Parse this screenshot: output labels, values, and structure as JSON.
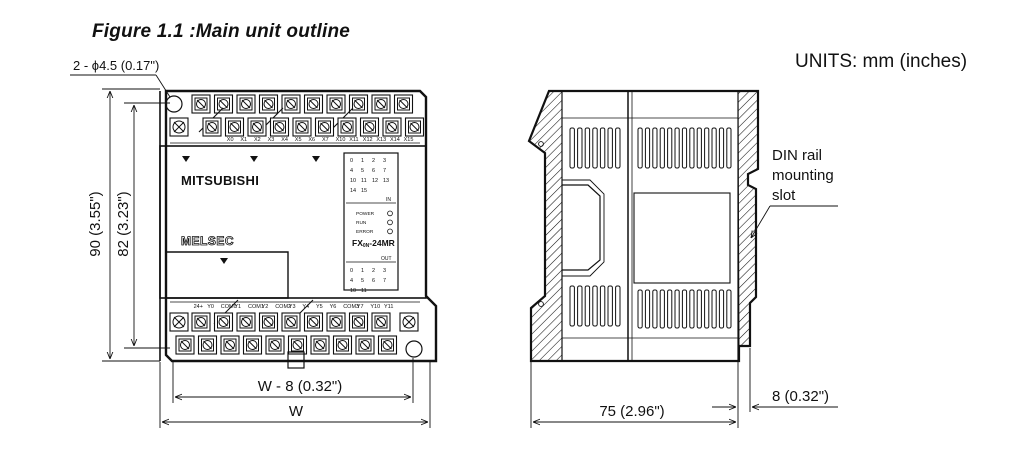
{
  "figure": {
    "title": "Figure 1.1 :Main unit outline",
    "units": "UNITS: mm (inches)"
  },
  "front_view": {
    "hole_label": "2 - ϕ4.5 (0.17\")",
    "height_overall": "90 (3.55\")",
    "height_mount": "82 (3.23\")",
    "width_inner": "W - 8 (0.32\")",
    "width_overall": "W",
    "brand": "MITSUBISHI",
    "series": "MELSEC",
    "model_prefix": "FX",
    "model_sub": "0N",
    "model_suffix": "-24MR",
    "input_label": "IN",
    "output_label": "OUT",
    "status_leds": [
      "POWER",
      "RUN",
      "ERROR"
    ],
    "input_numbers": [
      "0",
      "1",
      "2",
      "3",
      "4",
      "5",
      "6",
      "7",
      "10",
      "11",
      "12",
      "13",
      "14",
      "15"
    ],
    "output_numbers": [
      "0",
      "1",
      "2",
      "3",
      "4",
      "5",
      "6",
      "7",
      "10",
      "11"
    ],
    "top_terminal_labels": [
      "",
      "",
      "",
      "X0",
      "X1",
      "X2",
      "X3",
      "X4",
      "X5",
      "X6",
      "X7",
      "X10",
      "X11",
      "X12",
      "X13",
      "X14",
      "X15"
    ],
    "bottom_terminal_labels": [
      "",
      "24+",
      "Y0",
      "COM0",
      "Y1",
      "COM1",
      "Y2",
      "COM2",
      "Y3",
      "Y4",
      "Y5",
      "Y6",
      "COM3",
      "Y7",
      "Y10",
      "Y11",
      ""
    ]
  },
  "side_view": {
    "din_label_lines": [
      "DIN rail",
      "mounting",
      "slot"
    ],
    "depth": "75 (2.96\")",
    "din_offset": "8 (0.32\")"
  }
}
